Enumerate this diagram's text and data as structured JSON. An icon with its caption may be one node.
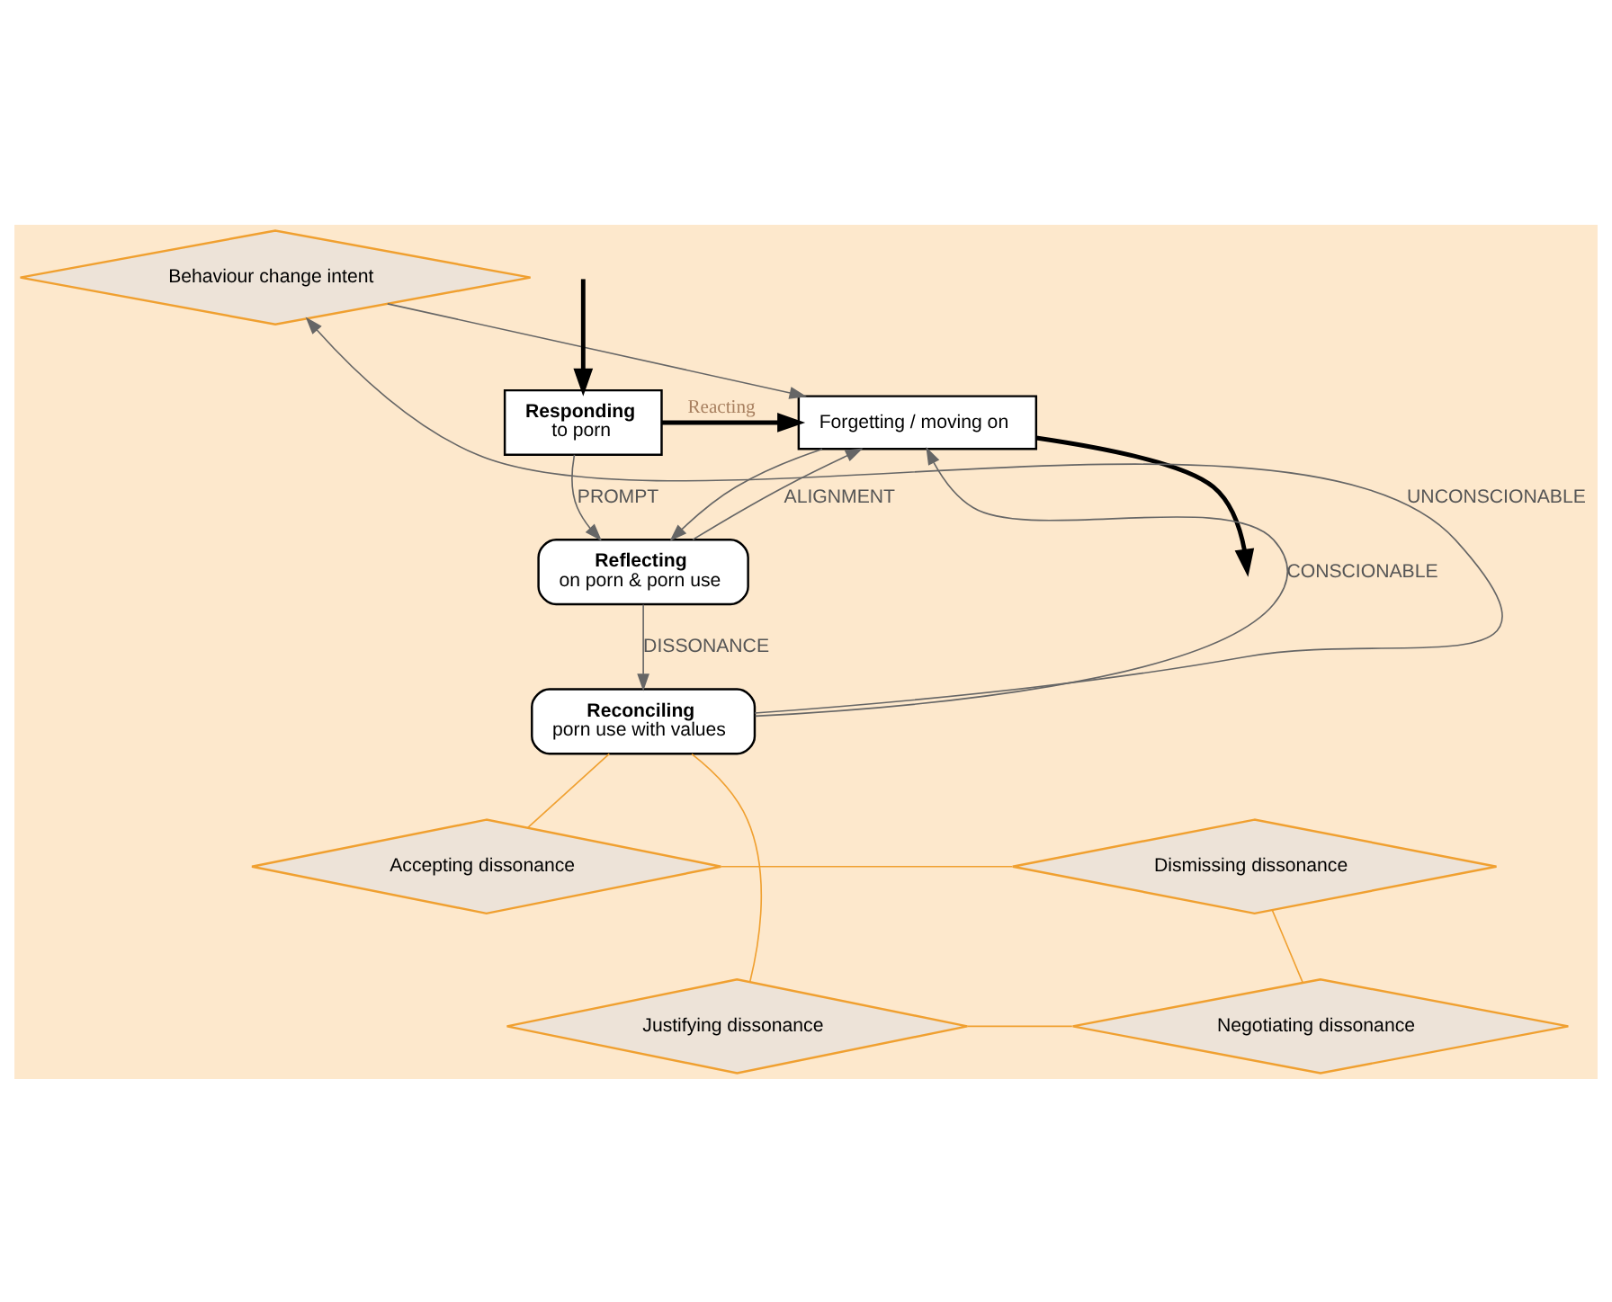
{
  "diagram": {
    "nodes": [
      {
        "text": [
          "Forgetting / moving on"
        ]
      },
      {
        "text": [
          "Responding",
          "to porn"
        ]
      },
      {
        "text": [
          "Reflecting",
          "on porn & porn use"
        ]
      },
      {
        "text": [
          "Behaviour change intent"
        ]
      },
      {
        "text": [
          "Accepting dissonance"
        ]
      },
      {
        "text": [
          "Dismissing dissonance"
        ]
      },
      {
        "text": [
          "Justifying dissonance"
        ]
      },
      {
        "text": [
          "Negotiating dissonance"
        ]
      },
      {
        "text": [
          "Reconciling",
          "porn use with values"
        ]
      }
    ],
    "edges": [
      {
        "from": null,
        "to": 1,
        "arrow": "to",
        "style": "thick",
        "color": "#000000"
      },
      {
        "from": 0,
        "to": null,
        "arrow": "to",
        "style": "thick",
        "color": "#000000"
      },
      {
        "from": 1,
        "to": 0,
        "arrow": "to",
        "label": "Reacting",
        "style": "thick",
        "color": "#000000"
      },
      {
        "from": 1,
        "to": 2,
        "arrow": "to",
        "label": "PROMPT"
      },
      {
        "from": 0,
        "to": 2,
        "arrow": "to"
      },
      {
        "from": 2,
        "to": 0,
        "arrow": "to",
        "label": "ALIGNMENT"
      },
      {
        "from": 2,
        "to": 8,
        "arrow": "to",
        "label": "DISSONANCE"
      },
      {
        "from": 8,
        "to": 0,
        "arrow": "to",
        "label": "CONSCIONABLE"
      },
      {
        "from": 8,
        "to": 3,
        "arrow": "to",
        "label": "UNCONSCIONABLE"
      },
      {
        "from": 3,
        "to": 0,
        "arrow": "to"
      },
      {
        "from": 8,
        "to": 4,
        "arrow": "none",
        "color": "#f0a030"
      },
      {
        "from": 8,
        "to": 6,
        "arrow": "none",
        "color": "#f0a030"
      },
      {
        "from": 4,
        "to": 5,
        "arrow": "none",
        "color": "#f0a030"
      },
      {
        "from": 6,
        "to": 7,
        "arrow": "none",
        "color": "#f0a030"
      },
      {
        "from": 5,
        "to": 7,
        "arrow": "none",
        "color": "#f0a030"
      }
    ]
  }
}
